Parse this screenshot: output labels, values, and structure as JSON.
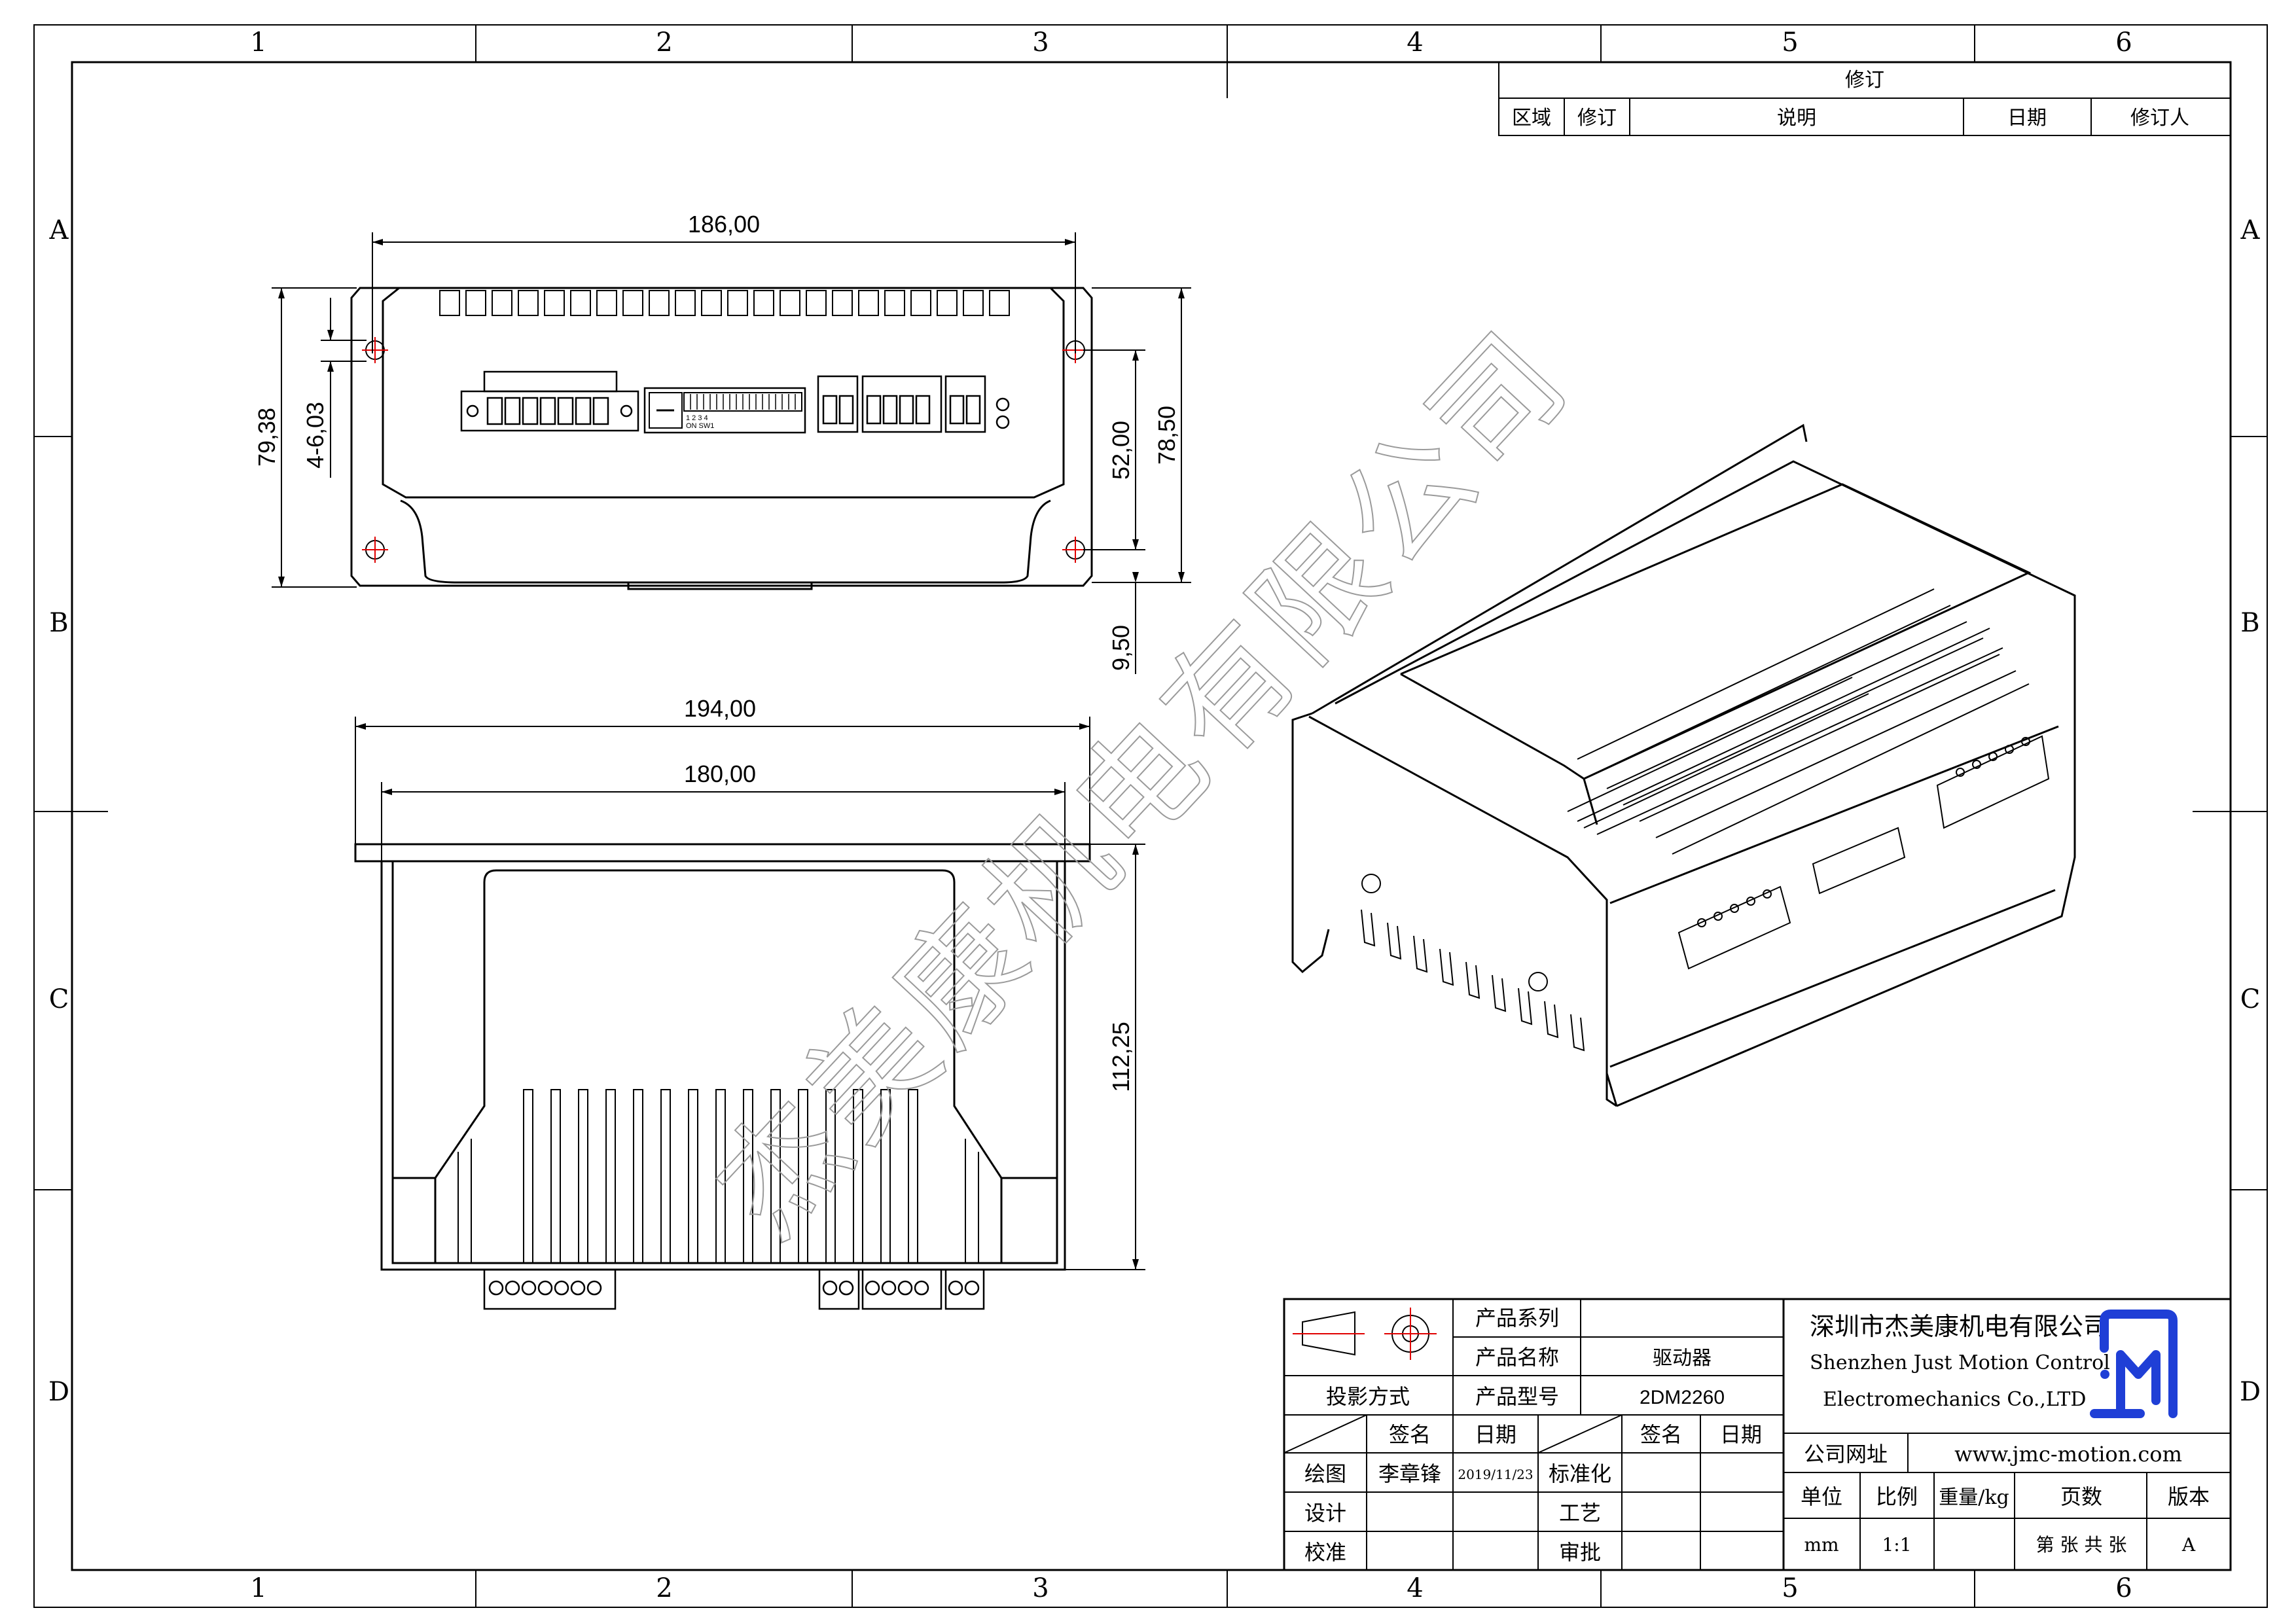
{
  "frame": {
    "col_labels": [
      "1",
      "2",
      "3",
      "4",
      "5",
      "6"
    ],
    "row_labels": [
      "A",
      "B",
      "C",
      "D"
    ]
  },
  "revision_table": {
    "title": "修订",
    "headers": [
      "区域",
      "修订",
      "说明",
      "日期",
      "修订人"
    ]
  },
  "front_view": {
    "dims": {
      "width": "186,00",
      "height_total": "79,38",
      "hole": "4-6,03",
      "hole_spacing": "52,00",
      "height": "78,50",
      "bottom": "9,50"
    },
    "dip_label_1": "1  2  3  4",
    "dip_label_2": "ON   SW1"
  },
  "top_view": {
    "dims": {
      "flange_width": "194,00",
      "body_width": "180,00",
      "depth": "112,25"
    }
  },
  "watermark": "杰美康机电有限公司",
  "title_block": {
    "projection_label": "投影方式",
    "series_label": "产品系列",
    "series_value": "",
    "name_label": "产品名称",
    "name_value": "驱动器",
    "model_label": "产品型号",
    "model_value": "2DM2260",
    "sign_label": "签名",
    "date_label": "日期",
    "sign_label_2": "签名",
    "date_label_2": "日期",
    "rows_left": [
      {
        "label": "绘图",
        "name": "李章锋",
        "date": "2019/11/23"
      },
      {
        "label": "设计",
        "name": "",
        "date": ""
      },
      {
        "label": "校准",
        "name": "",
        "date": ""
      }
    ],
    "rows_right": [
      "标准化",
      "工艺",
      "审批"
    ],
    "company_cn": "深圳市杰美康机电有限公司",
    "company_en_1": "Shenzhen Just Motion Control",
    "company_en_2": "Electromechanics Co.,LTD",
    "website_label": "公司网址",
    "website": "www.jmc-motion.com",
    "unit_label": "单位",
    "scale_label": "比例",
    "weight_label": "重量/kg",
    "pages_label": "页数",
    "version_label": "版本",
    "unit_value": "mm",
    "scale_value": "1:1",
    "weight_value": "",
    "pages_value": "第 张 共 张",
    "version_value": "A",
    "logo_color": "#1f3fd6"
  }
}
